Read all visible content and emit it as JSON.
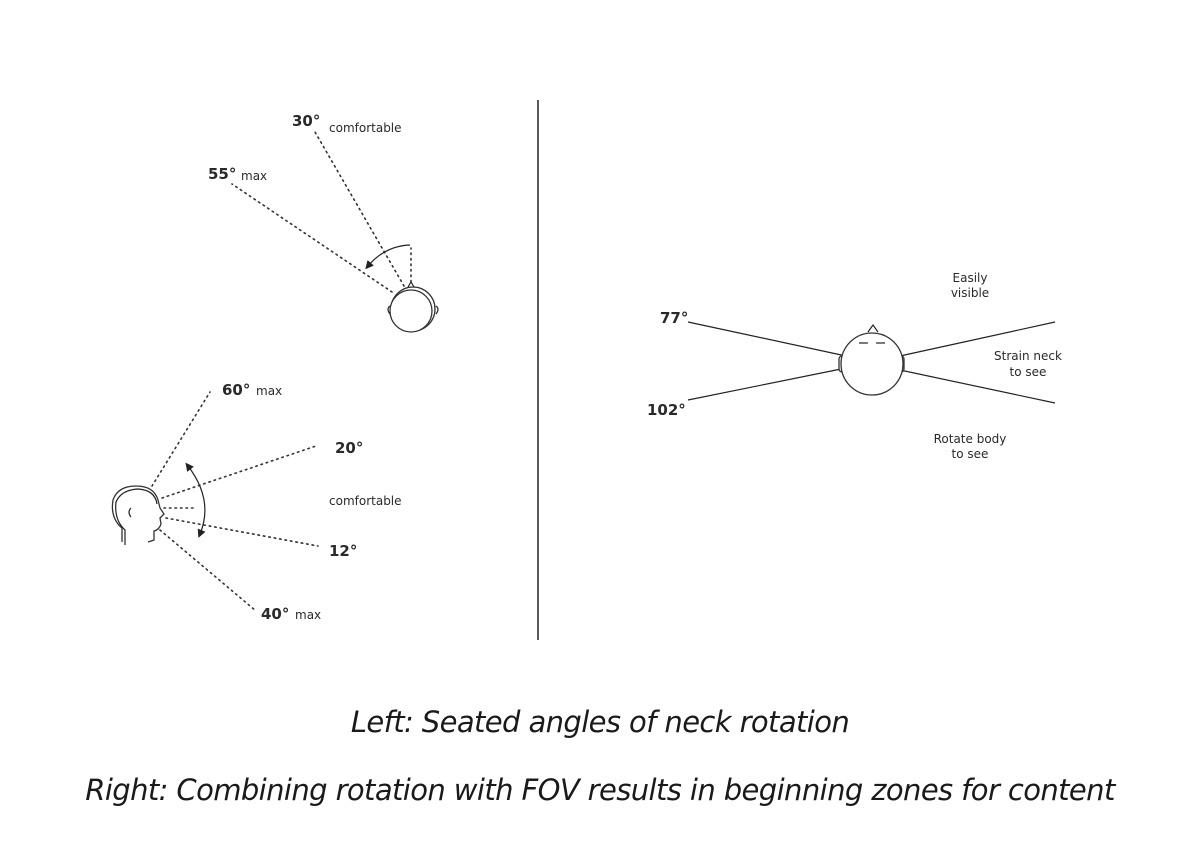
{
  "left_top": {
    "angle_comfortable": "30°",
    "label_comfortable": "comfortable",
    "angle_max": "55°",
    "label_max": "max"
  },
  "left_bottom": {
    "angle_up_max": "60°",
    "label_up_max": "max",
    "angle_up": "20°",
    "label_comfortable": "comfortable",
    "angle_down": "12°",
    "angle_down_max": "40°",
    "label_down_max": "max"
  },
  "right": {
    "angle_upper": "77°",
    "angle_lower": "102°",
    "zone_easy_line1": "Easily",
    "zone_easy_line2": "visible",
    "zone_strain_line1": "Strain neck",
    "zone_strain_line2": "to see",
    "zone_rotate_line1": "Rotate body",
    "zone_rotate_line2": "to see"
  },
  "captions": {
    "left": "Left: Seated angles of neck rotation",
    "right": "Right: Combining rotation with FOV results in beginning zones for content"
  }
}
